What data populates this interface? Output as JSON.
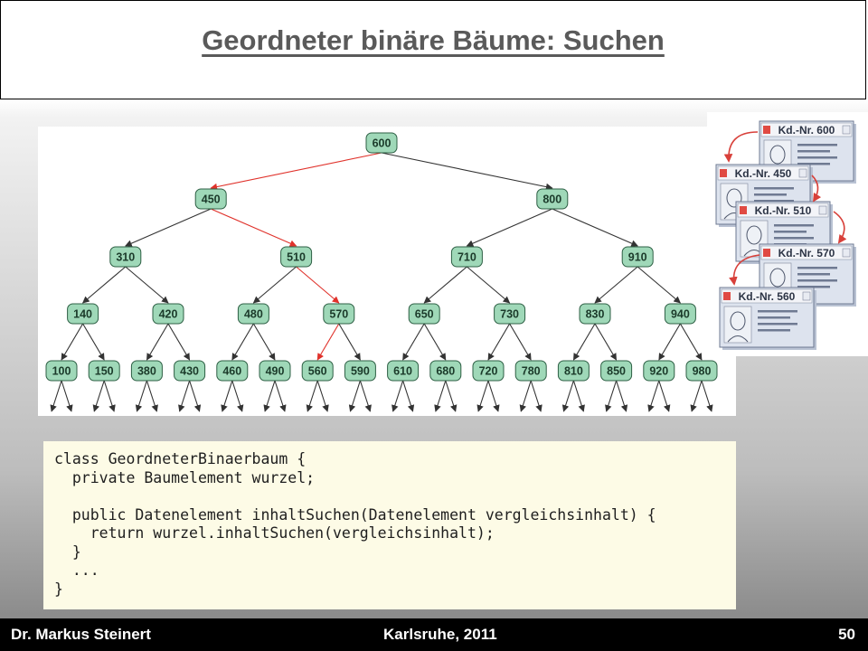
{
  "title": "Geordneter binäre Bäume: Suchen",
  "tree": {
    "levels": [
      [
        "600"
      ],
      [
        "450",
        "800"
      ],
      [
        "310",
        "510",
        "710",
        "910"
      ],
      [
        "140",
        "420",
        "480",
        "570",
        "650",
        "730",
        "830",
        "940"
      ],
      [
        "100",
        "150",
        "380",
        "430",
        "460",
        "490",
        "560",
        "590",
        "610",
        "680",
        "720",
        "780",
        "810",
        "850",
        "920",
        "980"
      ]
    ],
    "search_path": [
      "600",
      "450",
      "510",
      "570",
      "560"
    ],
    "node_fill": "#9fd8b8",
    "node_stroke": "#2d5f44",
    "path_color": "#e0322b",
    "edge_color": "#333333"
  },
  "cards": {
    "labels": [
      "Kd.-Nr. 600",
      "Kd.-Nr. 450",
      "Kd.-Nr. 510",
      "Kd.-Nr. 570",
      "Kd.-Nr. 560"
    ],
    "card_fill": "#dde3ee",
    "header_fill": "#f3f4f8",
    "arrow_color": "#d8403a"
  },
  "code": {
    "lines": [
      "class GeordneterBinaerbaum {",
      "  private Baumelement wurzel;",
      "",
      "  public Datenelement inhaltSuchen(Datenelement vergleichsinhalt) {",
      "    return wurzel.inhaltSuchen(vergleichsinhalt);",
      "  }",
      "  ...",
      "}"
    ]
  },
  "footer": {
    "author": "Dr. Markus Steinert",
    "place": "Karlsruhe, 2011",
    "page": "50"
  }
}
